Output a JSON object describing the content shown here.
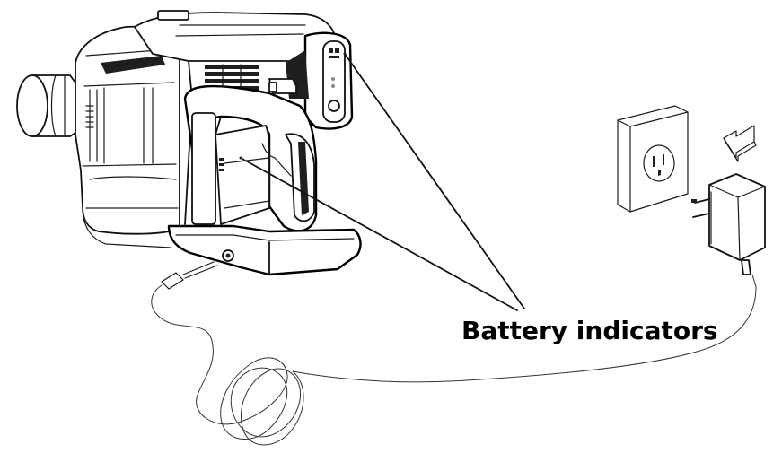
{
  "figure": {
    "callout_label": "Battery indicators",
    "colors": {
      "line": "#000000",
      "background": "#ffffff",
      "cord": "#333333"
    },
    "icons": [
      "vacuum-body",
      "wall-socket",
      "power-adapter",
      "arrow-left-icon",
      "charging-cord"
    ]
  }
}
